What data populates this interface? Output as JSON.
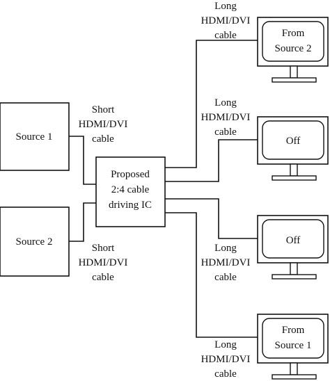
{
  "sources": [
    {
      "label": "Source 1"
    },
    {
      "label": "Source 2"
    }
  ],
  "ic": {
    "lines": [
      "Proposed",
      "2:4 cable",
      "driving IC"
    ]
  },
  "short_cable_labels": [
    [
      "Short",
      "HDMI/DVI",
      "cable"
    ],
    [
      "Short",
      "HDMI/DVI",
      "cable"
    ]
  ],
  "long_cable_labels": [
    [
      "Long",
      "HDMI/DVI",
      "cable"
    ],
    [
      "Long",
      "HDMI/DVI",
      "cable"
    ],
    [
      "Long",
      "HDMI/DVI",
      "cable"
    ],
    [
      "Long",
      "HDMI/DVI",
      "cable"
    ]
  ],
  "monitors": [
    {
      "lines": [
        "From",
        "Source 2"
      ]
    },
    {
      "lines": [
        "Off"
      ]
    },
    {
      "lines": [
        "Off"
      ]
    },
    {
      "lines": [
        "From",
        "Source 1"
      ]
    }
  ]
}
